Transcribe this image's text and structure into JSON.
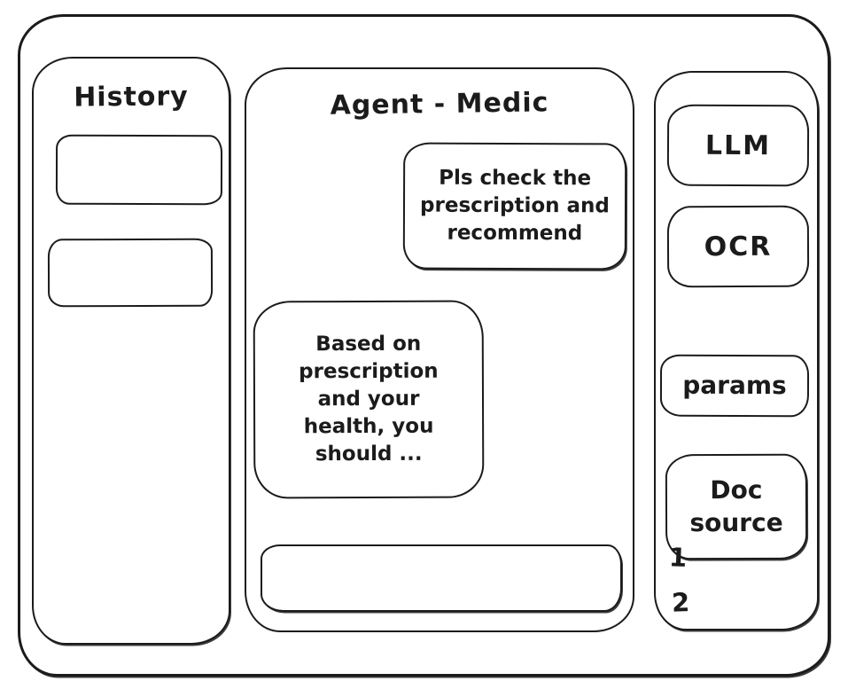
{
  "app": {
    "title": "Agent - Medic"
  },
  "history_panel": {
    "title": "History",
    "items": [
      {
        "label": ""
      },
      {
        "label": ""
      }
    ]
  },
  "chat": {
    "title": "Agent - Medic",
    "messages": [
      {
        "role": "user",
        "text": "Pls check the prescription and recommend"
      },
      {
        "role": "assistant",
        "text": "Based on prescription and your health, you should ..."
      }
    ],
    "input": {
      "value": "",
      "placeholder": ""
    }
  },
  "tools_panel": {
    "buttons": [
      {
        "label": "LLM"
      },
      {
        "label": "OCR"
      },
      {
        "label": "params"
      },
      {
        "label": "Doc source"
      }
    ],
    "doc_sources": [
      "1",
      "2"
    ]
  },
  "colors": {
    "stroke": "#1b1b1b",
    "background": "#ffffff"
  }
}
